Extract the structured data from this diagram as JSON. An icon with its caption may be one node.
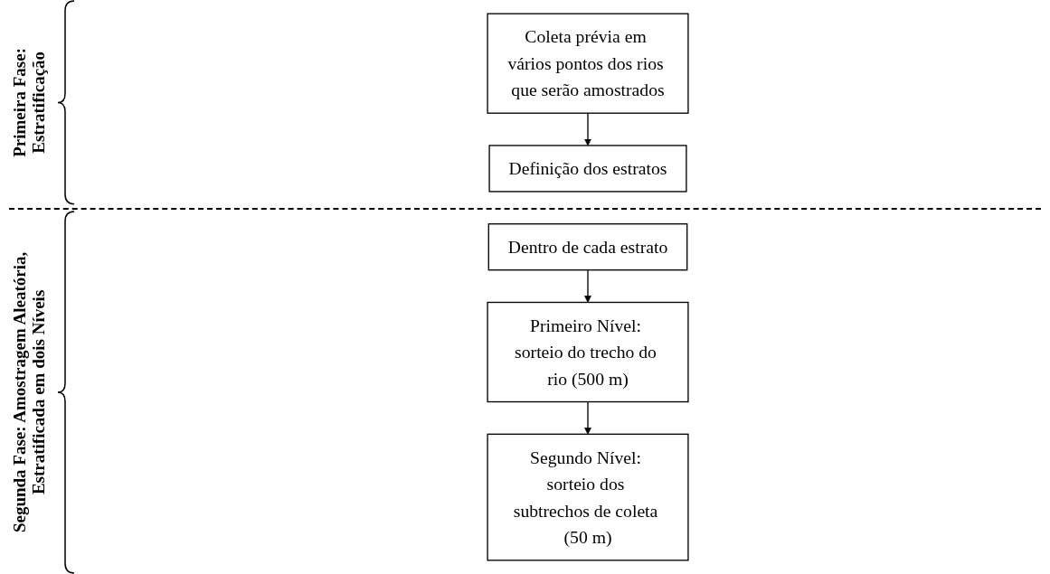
{
  "diagram": {
    "nodes": [
      {
        "text": [
          "Coleta prévia em vários pontos dos rios que serão amostrados"
        ]
      },
      {
        "text": [
          "Definição dos estratos"
        ]
      },
      {
        "text": [
          "Dentro de cada estrato"
        ]
      },
      {
        "text": [
          "Primeiro Nível: sorteio do trecho do rio (500 m)"
        ]
      },
      {
        "text": [
          "Segundo Nível: sorteio dos subtrechos de coleta (50 m)"
        ]
      }
    ],
    "edges": [
      {
        "from": 0,
        "to": 1,
        "arrow": "to"
      },
      {
        "from": 2,
        "to": 3,
        "arrow": "to"
      },
      {
        "from": 3,
        "to": 4,
        "arrow": "to"
      }
    ],
    "labels": [
      "Primeira Fase: Estratificação",
      "Segunda Fase: Amostragem Aleatória, Estratificada em dois Níveis"
    ]
  }
}
